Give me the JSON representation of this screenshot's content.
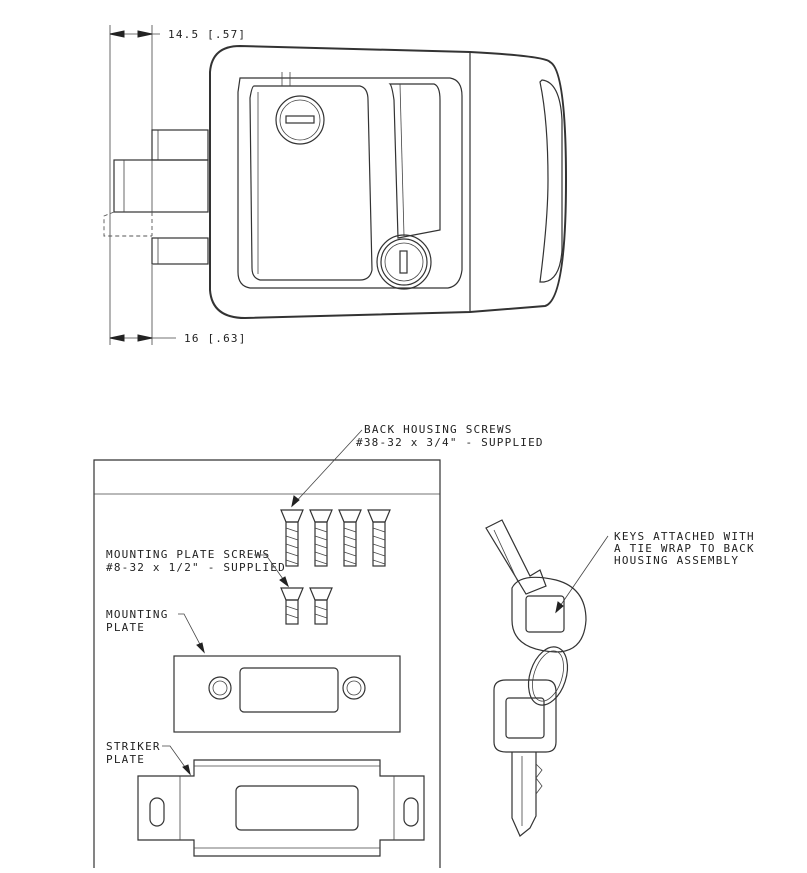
{
  "dimensions": {
    "top": "14.5 [.57]",
    "bottom": "16 [.63]"
  },
  "callouts": {
    "back_housing_screws": [
      "BACK HOUSING SCREWS",
      "#38-32 x 3/4\" - SUPPLIED"
    ],
    "mounting_plate_screws": [
      "MOUNTING PLATE SCREWS",
      "#8-32 x 1/2\" - SUPPLIED"
    ],
    "mounting_plate": [
      "MOUNTING",
      "PLATE"
    ],
    "striker_plate": [
      "STRIKER",
      "PLATE"
    ],
    "keys": [
      "KEYS ATTACHED WITH",
      "A TIE WRAP TO BACK",
      "HOUSING ASSEMBLY"
    ]
  }
}
